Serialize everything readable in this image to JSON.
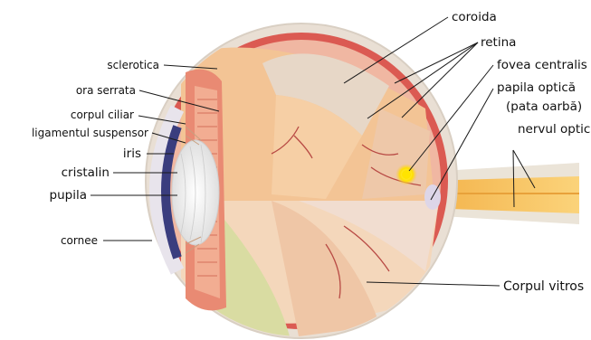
{
  "diagram": {
    "labels": {
      "sclerotica": "sclerotica",
      "ora_serrata": "ora serrata",
      "corpul_ciliar": "corpul ciliar",
      "ligamentul_suspensor": "ligamentul suspensor",
      "iris": "iris",
      "cristalin": "cristalin",
      "pupila": "pupila",
      "cornee": "cornee",
      "coroida": "coroida",
      "retina": "retina",
      "fovea_centralis": "fovea centralis",
      "papila_optica": "papila optică",
      "pata_oarba": "(pata oarbă)",
      "nervul_optic": "nervul optic",
      "corpul_vitros": "Corpul vitros"
    },
    "icons": [
      "eye-cross-section"
    ],
    "colors": {
      "sclera": "#e9ded3",
      "choroid": "#d94a4a",
      "retina_pink": "#f1b9a6",
      "lens": "#eeeeee",
      "iris_cornea": "#3b3f80",
      "fovea": "#ffe200",
      "nerve": "#f7c35a",
      "vitreous_warm": "#f6c897",
      "vitreous_green": "#d8dca0"
    }
  }
}
